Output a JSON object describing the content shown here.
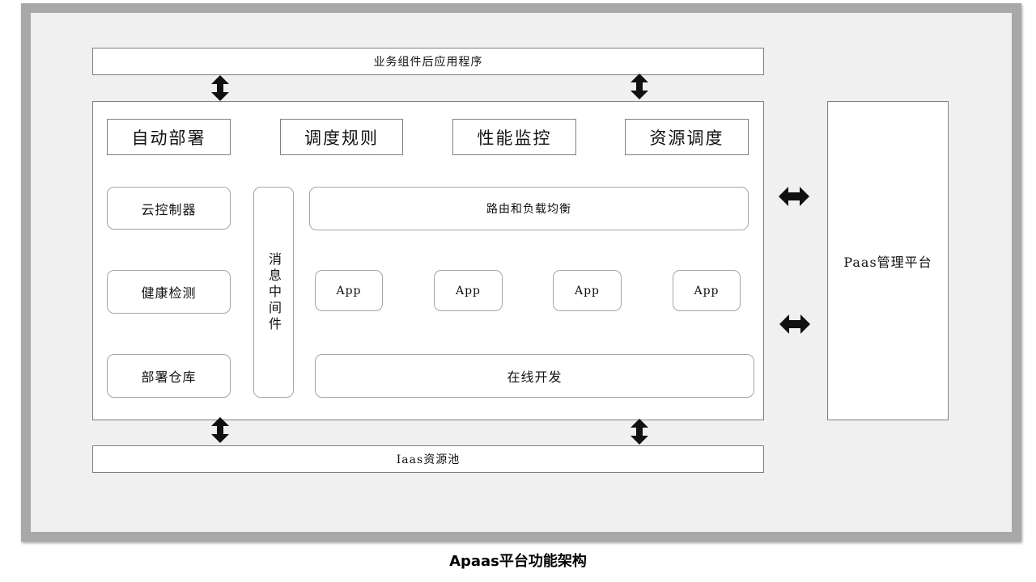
{
  "top_layer": {
    "label": "业务组件后应用程序"
  },
  "bottom_layer": {
    "label": "Iaas资源池"
  },
  "side_panel": {
    "label": "Paas管理平台"
  },
  "functions": [
    "自动部署",
    "调度规则",
    "性能监控",
    "资源调度"
  ],
  "left_column": [
    "云控制器",
    "健康检测",
    "部署仓库"
  ],
  "middleware": {
    "label": "消息中间件"
  },
  "routing": {
    "label": "路由和负载均衡"
  },
  "apps": [
    "App",
    "App",
    "App",
    "App"
  ],
  "online_dev": {
    "label": "在线开发"
  },
  "caption": "Apaas平台功能架构"
}
